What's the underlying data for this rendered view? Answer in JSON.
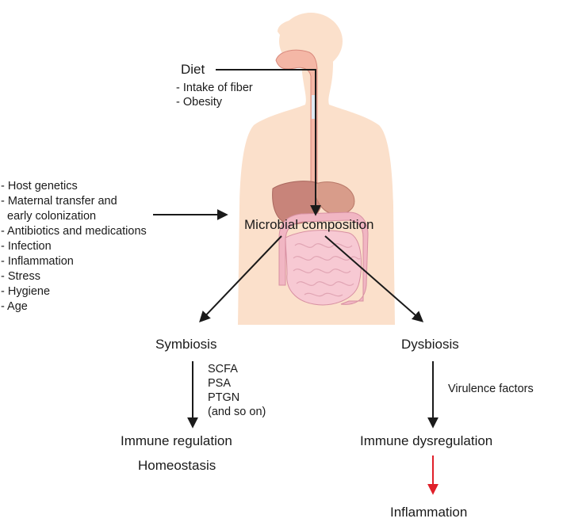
{
  "diet": {
    "title": "Diet",
    "items": [
      "- Intake of fiber",
      "- Obesity"
    ]
  },
  "host_factors": [
    "- Host genetics",
    "- Maternal transfer and",
    "  early colonization",
    "- Antibiotics and medications",
    "- Infection",
    "- Inflammation",
    "- Stress",
    "- Hygiene",
    "- Age"
  ],
  "center_label": "Microbial composition",
  "symbiosis": {
    "title": "Symbiosis",
    "mediators": [
      "SCFA",
      "PSA",
      "PTGN",
      "(and so on)"
    ],
    "outcome_1": "Immune regulation",
    "outcome_2": "Homeostasis"
  },
  "dysbiosis": {
    "title": "Dysbiosis",
    "mediator": "Virulence factors",
    "outcome": "Immune dysregulation",
    "final": "Inflammation"
  },
  "colors": {
    "body_skin": "#fbe0cb",
    "esophagus": "#f4b7a6",
    "liver": "#c8847a",
    "stomach": "#d89c8a",
    "intestine": "#f7c9d3",
    "arrow": "#1a1a1a",
    "inflammation_arrow": "#e0202a"
  }
}
